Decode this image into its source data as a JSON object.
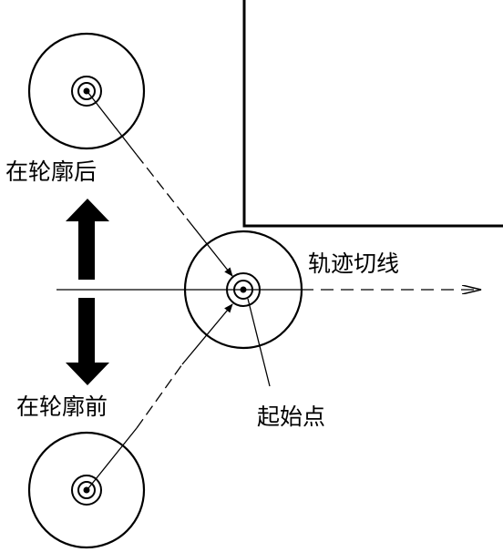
{
  "diagram": {
    "labels": {
      "behind_contour": "在轮廓后",
      "before_contour": "在轮廓前",
      "tangent": "轨迹切线",
      "start_point": "起始点"
    },
    "colors": {
      "stroke": "#000000",
      "background": "#ffffff"
    }
  }
}
